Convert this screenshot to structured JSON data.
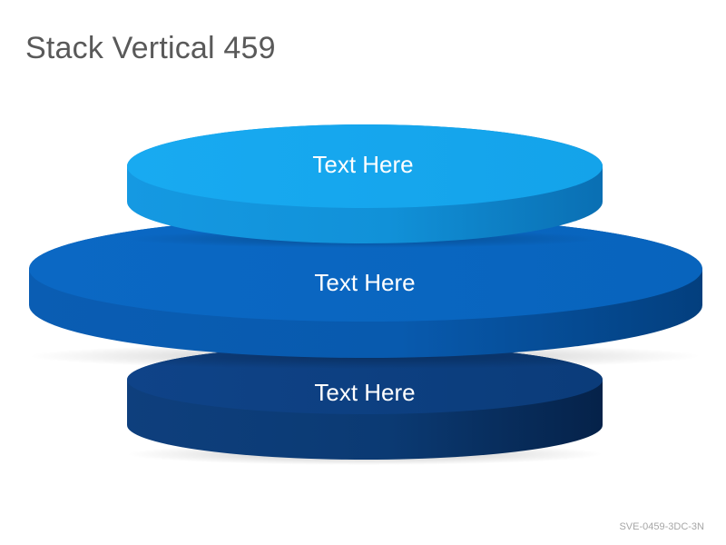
{
  "title": "Stack Vertical 459",
  "footer_code": "SVE-0459-3DC-3N",
  "layers": [
    {
      "label": "Text Here"
    },
    {
      "label": "Text Here"
    },
    {
      "label": "Text Here"
    }
  ],
  "colors": {
    "top_layer": "#16a7ef",
    "middle_layer": "#0a68c2",
    "bottom_layer": "#0d3f7e",
    "title_text": "#595959",
    "footer_text": "#a6a6a6"
  }
}
